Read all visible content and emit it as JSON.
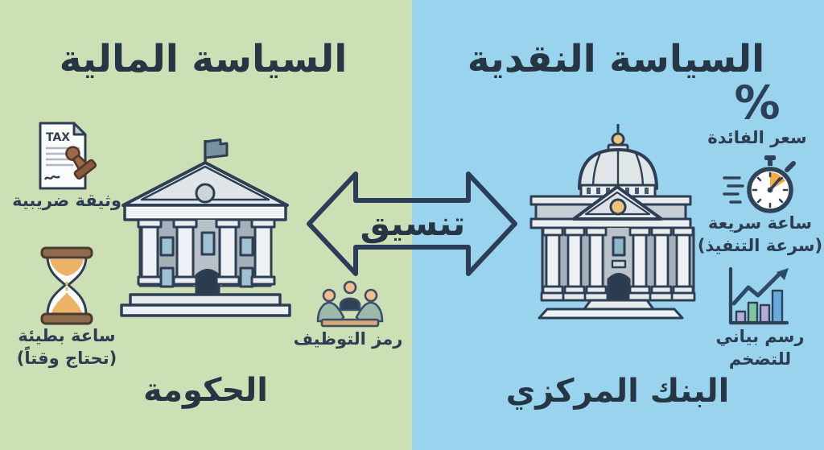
{
  "colors": {
    "left_bg": "#cde0b5",
    "right_bg": "#9ad3ee",
    "ink": "#2e3f54",
    "title_ink": "#273645",
    "arrow_outline": "#2c3e57",
    "sand_orange": "#ecb366",
    "stopwatch_orange": "#f6ac45",
    "gold": "#ecc47e",
    "stamp_brown": "#8f6b4e",
    "bar_purple": "#b7a9d9",
    "bar_green": "#7ec79d",
    "bar_blue": "#68aade"
  },
  "left_panel": {
    "title": "السياسة المالية",
    "building_label": "الحكومة",
    "tax": {
      "doc_text": "TAX",
      "label": "وثيقة ضريبية"
    },
    "hourglass": {
      "label_line1": "ساعة بطيئة",
      "label_line2": "(تحتاج وقتاً)"
    },
    "employment": {
      "label": "رمز التوظيف"
    }
  },
  "right_panel": {
    "title": "السياسة النقدية",
    "building_label": "البنك المركزي",
    "interest": {
      "symbol": "%",
      "label": "سعر الفائدة"
    },
    "stopwatch": {
      "label_line1": "ساعة سريعة",
      "label_line2": "(سرعة التنفيذ)"
    },
    "inflation": {
      "label_line1": "رسم بياني",
      "label_line2": "للتضخم"
    }
  },
  "center": {
    "arrow_label": "تنسيق"
  }
}
